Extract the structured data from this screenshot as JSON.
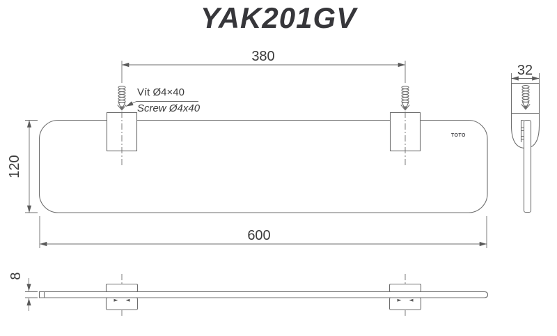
{
  "title": "YAK201GV",
  "brand": {
    "logo_text": "TOTO"
  },
  "colors": {
    "line": "#6e6e6e",
    "dim_text": "#3b3b3b",
    "title_text": "#36363a"
  },
  "front_view": {
    "dim_screw_spacing": "380",
    "dim_height": "120",
    "dim_width": "600",
    "screw_note_vi": "Vít Ø4×40",
    "screw_note_en": "Screw Ø4x40"
  },
  "side_view": {
    "dim_depth": "32"
  },
  "bottom_view": {
    "dim_thickness": "8"
  }
}
